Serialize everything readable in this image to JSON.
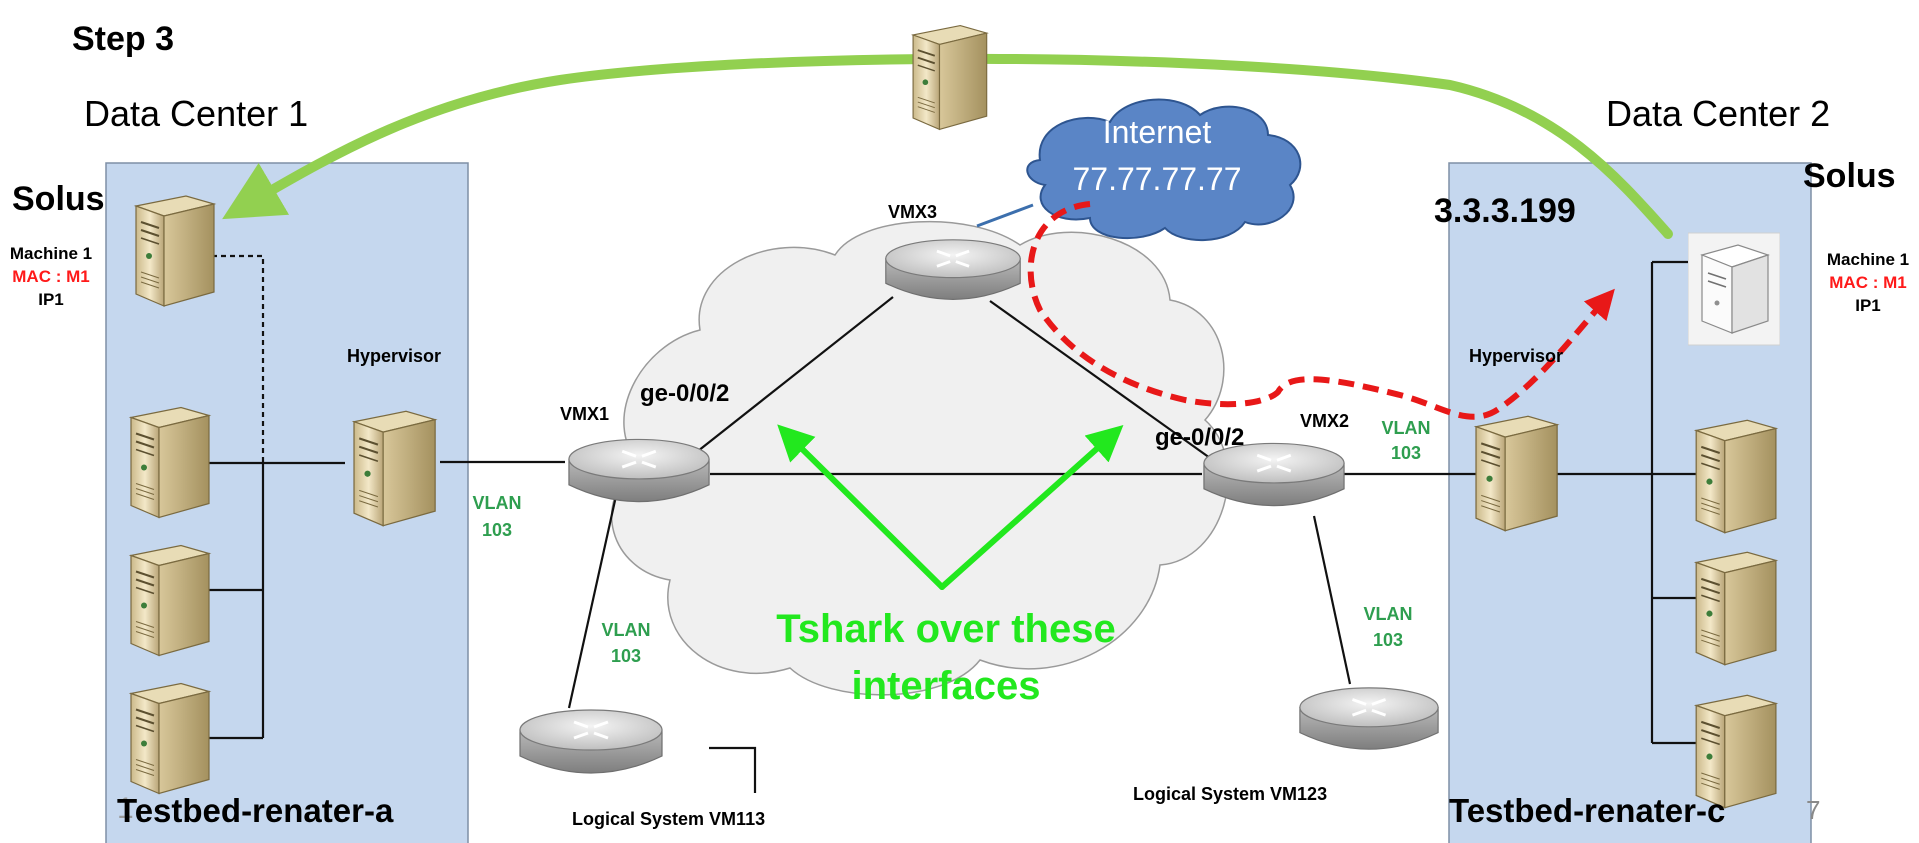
{
  "step_title": "Step 3",
  "data_centers": {
    "left": {
      "title": "Data Center 1",
      "platform": "Solus",
      "testbed": "Testbed-renater-a",
      "date_fragment": "1",
      "hypervisor": "Hypervisor",
      "machine": {
        "name": "Machine 1",
        "mac": "MAC : M1",
        "ip": "IP1"
      }
    },
    "right": {
      "title": "Data Center 2",
      "platform": "Solus",
      "testbed": "Testbed-renater-c",
      "address": "3.3.3.199",
      "hypervisor": "Hypervisor",
      "machine": {
        "name": "Machine 1",
        "mac": "MAC : M1",
        "ip": "IP1"
      }
    }
  },
  "internet": {
    "label": "Internet",
    "ip": "77.77.77.77"
  },
  "routers": {
    "vmx1": "VMX1",
    "vmx2": "VMX2",
    "vmx3": "VMX3"
  },
  "interfaces": {
    "left": "ge-0/0/2",
    "right": "ge-0/0/2"
  },
  "vlan": {
    "label": "VLAN",
    "id": "103"
  },
  "logical_systems": {
    "left": "Logical  System VM113",
    "right": "Logical  System VM123"
  },
  "annotation": {
    "line1": "Tshark over these",
    "line2": "interfaces"
  },
  "slide_number": "7",
  "colors": {
    "panel": "#c5d7ee",
    "vlan_text": "#2e9e4f",
    "mac_text": "#ff1a1a",
    "green_arrow": "#92d050",
    "tshark": "#22e81e",
    "dashed_path": "#e81818",
    "cloud_fill": "#5a85c6"
  }
}
